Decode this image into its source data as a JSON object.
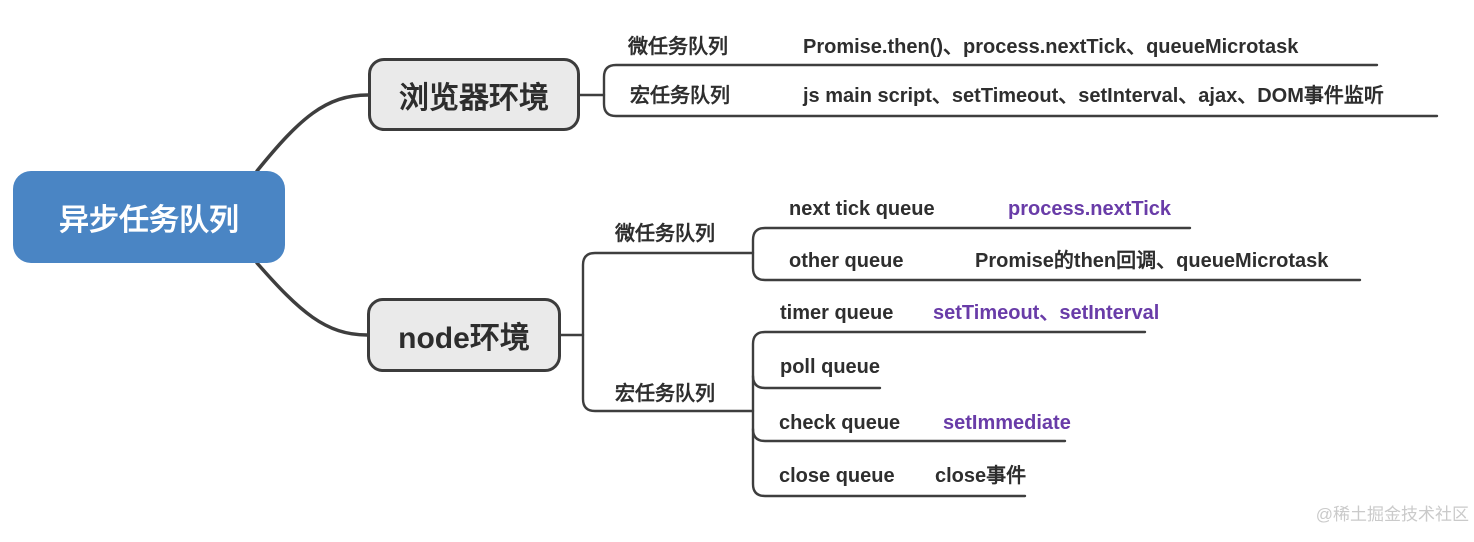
{
  "root": {
    "label": "异步任务队列"
  },
  "browser": {
    "label": "浏览器环境",
    "children": [
      {
        "label": "微任务队列",
        "content": "Promise.then()、process.nextTick、queueMicrotask"
      },
      {
        "label": "宏任务队列",
        "content": "js main script、setTimeout、setInterval、ajax、DOM事件监听"
      }
    ]
  },
  "node": {
    "label": "node环境",
    "micro": {
      "label": "微任务队列",
      "children": [
        {
          "label": "next tick queue",
          "content": "process.nextTick"
        },
        {
          "label": "other queue",
          "content": "Promise的then回调、queueMicrotask"
        }
      ]
    },
    "macro": {
      "label": "宏任务队列",
      "children": [
        {
          "label": "timer queue",
          "content": "setTimeout、setInterval"
        },
        {
          "label": "poll queue",
          "content": ""
        },
        {
          "label": "check queue",
          "content": "setImmediate"
        },
        {
          "label": "close queue",
          "content": "close事件"
        }
      ]
    }
  },
  "watermark": "@稀土掘金技术社区",
  "colors": {
    "root_fill": "#4a85c4",
    "root_text": "#ffffff",
    "topic_fill": "#eaeaea",
    "topic_border": "#3c3c3c",
    "line": "#3e3e3e",
    "text": "#2e2e2e",
    "highlight_purple": "#693ca8",
    "watermark_gray": "#cacaca"
  }
}
